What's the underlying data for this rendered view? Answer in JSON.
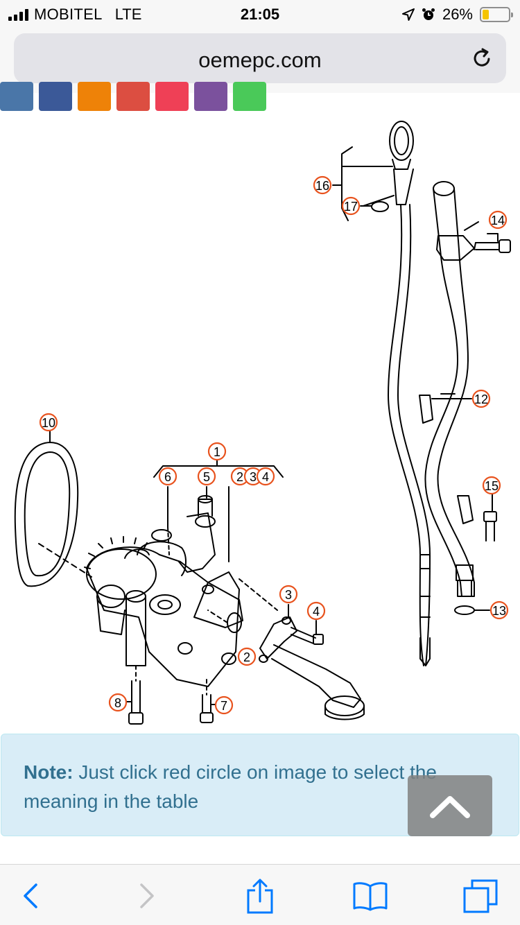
{
  "status_bar": {
    "carrier": "MOBITEL",
    "network": "LTE",
    "time": "21:05",
    "battery": "26%",
    "battery_level": 0.26,
    "battery_color": "#f5c400",
    "icons": [
      "signal-icon",
      "location-arrow-icon",
      "alarm-icon",
      "battery-icon"
    ]
  },
  "browser": {
    "url": "oemepc.com",
    "reload_icon": "reload-icon"
  },
  "share_buttons": [
    {
      "name": "vk",
      "color": "#4a76a8"
    },
    {
      "name": "facebook",
      "color": "#3b5998"
    },
    {
      "name": "odnoklassniki",
      "color": "#ee8208"
    },
    {
      "name": "google-plus",
      "color": "#dc4e41"
    },
    {
      "name": "pocket",
      "color": "#ef4056"
    },
    {
      "name": "viber",
      "color": "#7b519d"
    },
    {
      "name": "whatsapp",
      "color": "#4ac959"
    }
  ],
  "diagram": {
    "callouts": [
      "16",
      "17",
      "14",
      "12",
      "15",
      "13",
      "10",
      "1",
      "6",
      "5",
      "2",
      "3",
      "4",
      "3",
      "4",
      "2",
      "8",
      "7"
    ],
    "callout_color": "#e8521d"
  },
  "note": {
    "label": "Note:",
    "text": "Just click red circle on image to select the meaning in the table",
    "color": "#31708f",
    "background": "#d9edf7"
  },
  "scroll_top": {
    "icon": "chevron-up-icon"
  },
  "toolbar": {
    "buttons": [
      "back-icon",
      "forward-icon",
      "share-icon",
      "bookmarks-icon",
      "tabs-icon"
    ],
    "accent": "#007aff"
  }
}
